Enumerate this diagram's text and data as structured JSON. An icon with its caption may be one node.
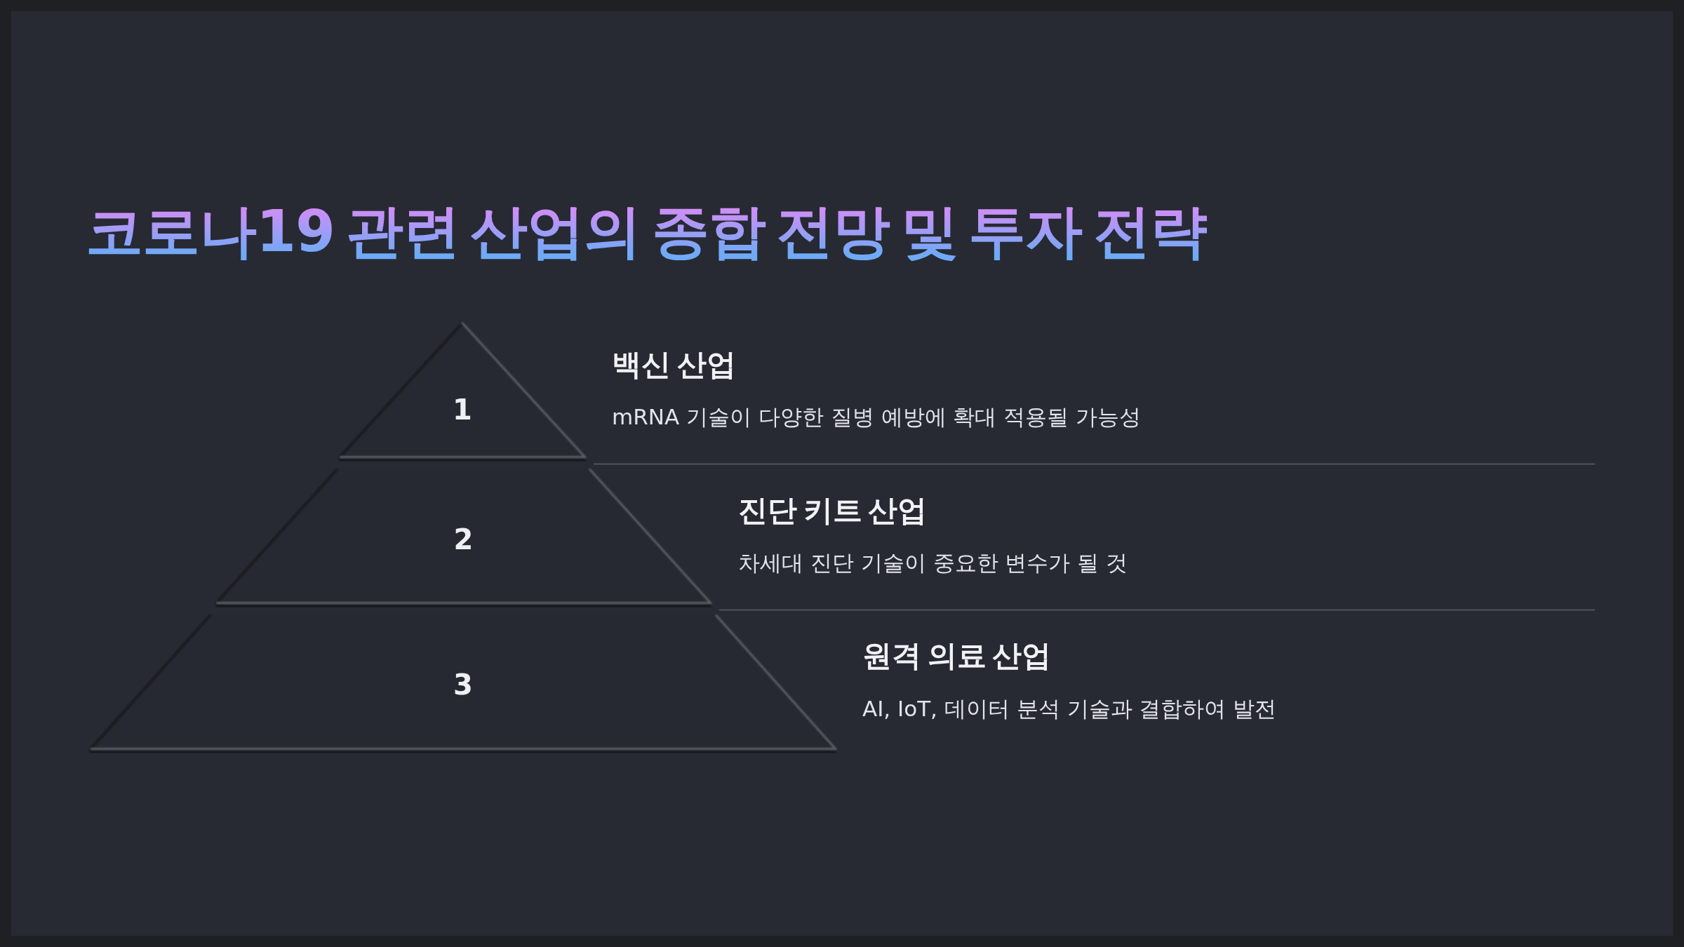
{
  "diagram": {
    "title": "코로나19 관련 산업의 종합 전망 및 투자 전략",
    "nodes": [
      {
        "text": [
          "1"
        ],
        "beside": [
          "백신 산업",
          "mRNA 기술이 다양한 질병 예방에 확대 적용될 가능성"
        ]
      },
      {
        "text": [
          "2"
        ],
        "beside": [
          "진단 키트 산업",
          "차세대 진단 기술이 중요한 변수가 될 것"
        ]
      },
      {
        "text": [
          "3"
        ],
        "beside": [
          "원격 의료 산업",
          "AI, IoT, 데이터 분석 기술과 결합하여 발전"
        ]
      }
    ]
  }
}
